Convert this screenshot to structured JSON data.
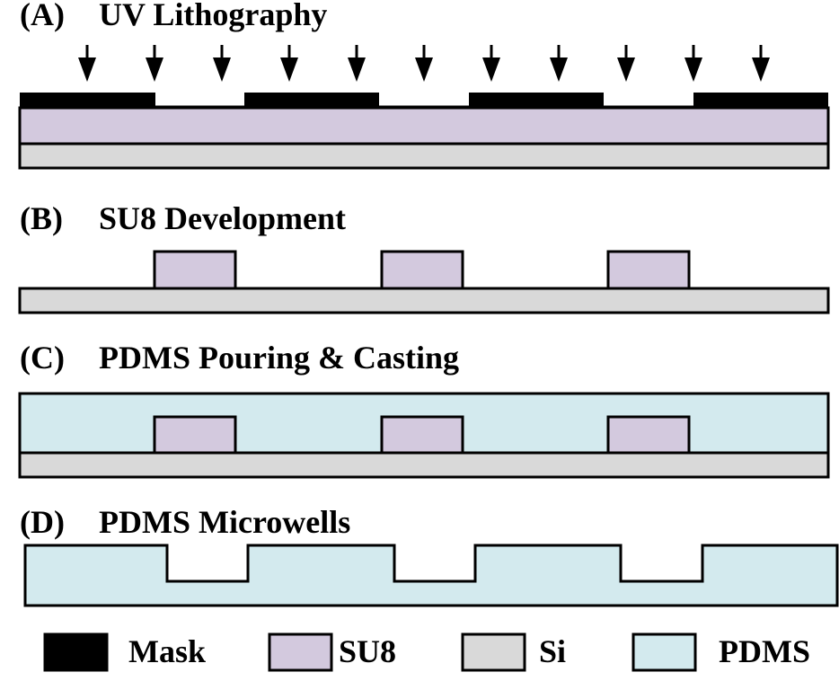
{
  "colors": {
    "mask": "#000000",
    "su8": "#d3c9de",
    "si": "#d9d9d9",
    "pdms": "#d3eaee",
    "outline": "#000000"
  },
  "panels": [
    {
      "id": "A",
      "label": "(A)",
      "title": "UV Lithography",
      "arrow_count": 11
    },
    {
      "id": "B",
      "label": "(B)",
      "title": "SU8 Development"
    },
    {
      "id": "C",
      "label": "(C)",
      "title": "PDMS Pouring & Casting"
    },
    {
      "id": "D",
      "label": "(D)",
      "title": "PDMS Microwells"
    }
  ],
  "legend": [
    {
      "key": "mask",
      "label": "Mask"
    },
    {
      "key": "su8",
      "label": "SU8"
    },
    {
      "key": "si",
      "label": "Si"
    },
    {
      "key": "pdms",
      "label": "PDMS"
    }
  ]
}
